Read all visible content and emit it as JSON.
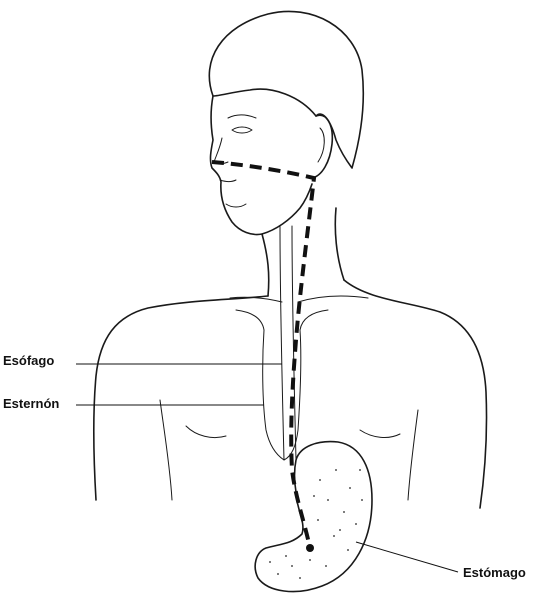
{
  "labels": {
    "esofago": "Esófago",
    "esternon": "Esternón",
    "estomago": "Estómago"
  },
  "colors": {
    "ink": "#1a1a1a",
    "background": "#ffffff",
    "stomach_stipple": "#555555"
  }
}
